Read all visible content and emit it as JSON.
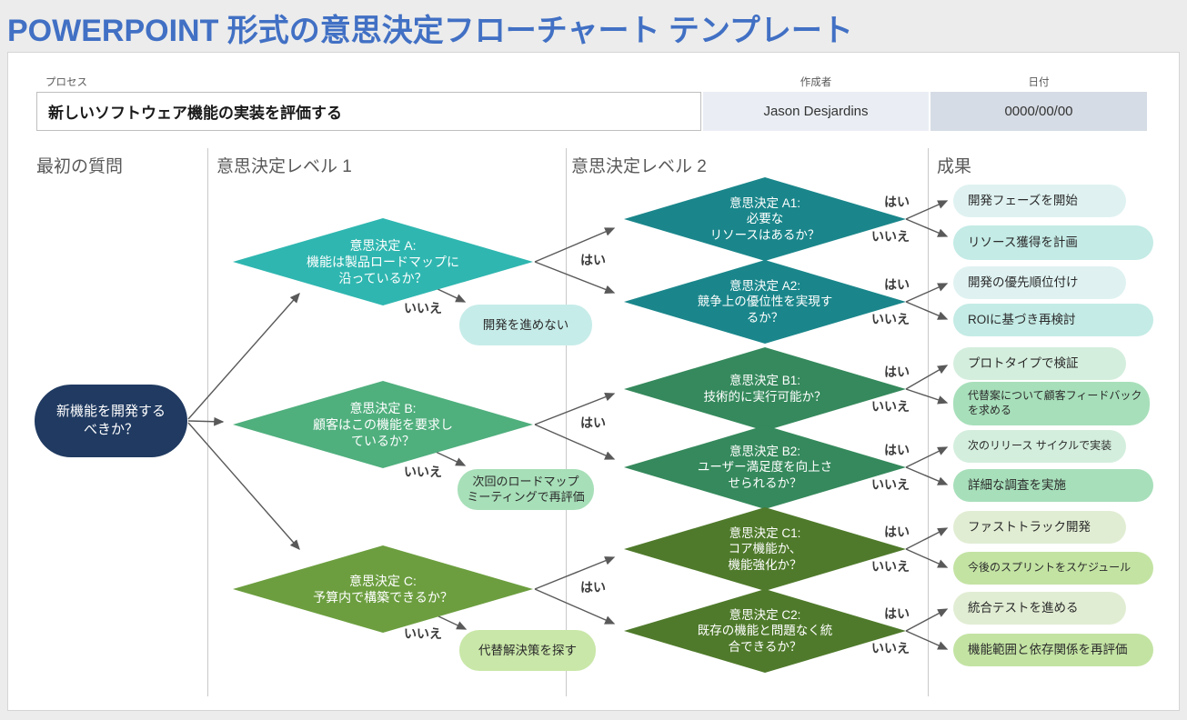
{
  "title": "POWERPOINT 形式の意思決定フローチャート テンプレート",
  "header": {
    "process_label": "プロセス",
    "process_value": "新しいソフトウェア機能の実装を評価する",
    "author_label": "作成者",
    "author_value": "Jason Desjardins",
    "date_label": "日付",
    "date_value": "0000/00/00"
  },
  "columns": [
    "最初の質問",
    "意思決定レベル 1",
    "意思決定レベル 2",
    "成果"
  ],
  "labels": {
    "yes": "はい",
    "no": "いいえ"
  },
  "start_node": "新機能を開発する\nべきか？",
  "decisions_level1": [
    {
      "id": "A",
      "text": "意思決定 A:\n機能は製品ロードマップに\n沿っているか？",
      "no_result": "開発を進めない"
    },
    {
      "id": "B",
      "text": "意思決定 B:\n顧客はこの機能を要求し\nているか？",
      "no_result": "次回のロードマップ\nミーティングで再評価"
    },
    {
      "id": "C",
      "text": "意思決定 C:\n予算内で構築できるか？",
      "no_result": "代替解決策を探す"
    }
  ],
  "decisions_level2": [
    {
      "id": "A1",
      "text": "意思決定 A1:\n必要な\nリソースはあるか？",
      "yes_outcome": "開発フェーズを開始",
      "no_outcome": "リソース獲得を計画"
    },
    {
      "id": "A2",
      "text": "意思決定 A2:\n競争上の優位性を実現す\nるか？",
      "yes_outcome": "開発の優先順位付け",
      "no_outcome": "ROIに基づき再検討"
    },
    {
      "id": "B1",
      "text": "意思決定 B1:\n技術的に実行可能か？",
      "yes_outcome": "プロトタイプで検証",
      "no_outcome": "代替案について顧客フィードバック\nを求める"
    },
    {
      "id": "B2",
      "text": "意思決定 B2:\nユーザー満足度を向上さ\nせられるか？",
      "yes_outcome": "次のリリース サイクルで実装",
      "no_outcome": "詳細な調査を実施"
    },
    {
      "id": "C1",
      "text": "意思決定 C1:\nコア機能か、\n機能強化か？",
      "yes_outcome": "ファストトラック開発",
      "no_outcome": "今後のスプリントをスケジュール"
    },
    {
      "id": "C2",
      "text": "意思決定 C2:\n既存の機能と問題なく統\n合できるか？",
      "yes_outcome": "統合テストを進める",
      "no_outcome": "機能範囲と依存関係を再評価"
    }
  ],
  "colors": {
    "title_blue": "#4170C4",
    "start_navy": "#203A61",
    "level1_teal": "#2FB6B0",
    "level2_teal_dark": "#1A868B",
    "level1_green": "#4FAF7D",
    "level2_green_dark": "#35895C",
    "level1_olive": "#6C9E3F",
    "level2_olive_dark": "#4F7A2B",
    "pill_teal_light": "#DFF2F1",
    "pill_teal_mid": "#C4EBE6",
    "pill_green_light": "#D4EEDD",
    "pill_green_mid": "#A7DFBA",
    "pill_olive_light": "#E1EDD3",
    "pill_olive_mid": "#C3E3A3",
    "author_cell_bg": "#EAEEF4",
    "date_cell_bg": "#D6DCE5",
    "arrow_gray": "#595959"
  }
}
